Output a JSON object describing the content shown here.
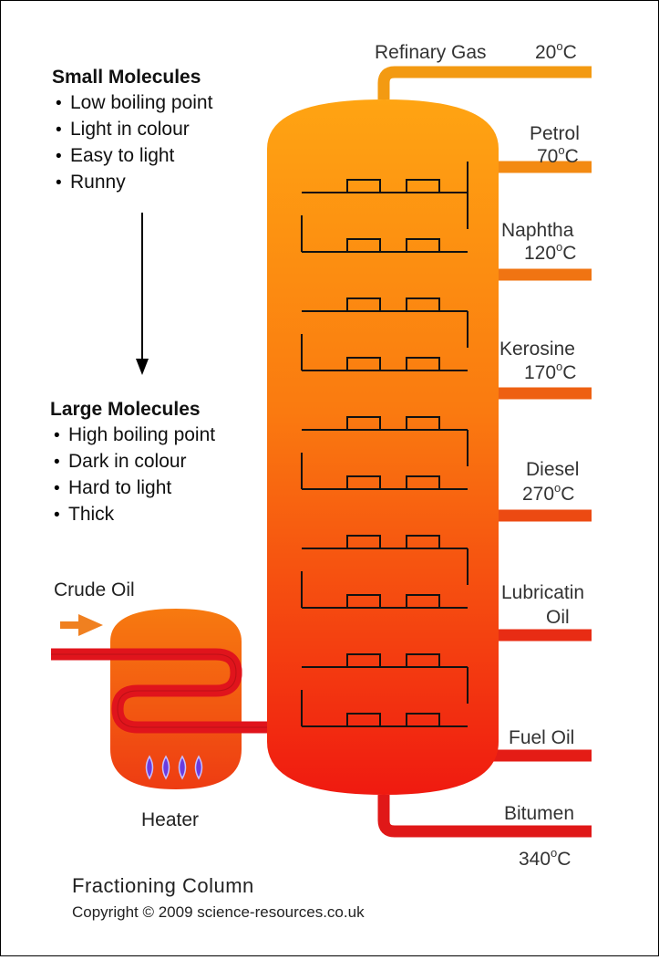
{
  "left_panel": {
    "small": {
      "heading": "Small Molecules",
      "bullets": [
        "Low boiling point",
        "Light in colour",
        "Easy to light",
        "Runny"
      ]
    },
    "large": {
      "heading": "Large Molecules",
      "bullets": [
        "High boiling point",
        "Dark in colour",
        "Hard to light",
        "Thick"
      ]
    }
  },
  "heater": {
    "input_label": "Crude Oil",
    "label": "Heater"
  },
  "fractions": {
    "refinery_gas": {
      "name": "Refinary Gas",
      "temp": "20",
      "unit": "C"
    },
    "petrol": {
      "name": "Petrol",
      "temp": "70",
      "unit": "C"
    },
    "naphtha": {
      "name": "Naphtha",
      "temp": "120",
      "unit": "C"
    },
    "kerosine": {
      "name": "Kerosine",
      "temp": "170",
      "unit": "C"
    },
    "diesel": {
      "name": "Diesel",
      "temp": "270",
      "unit": "C"
    },
    "lubricating": {
      "name_line1": "Lubricatin",
      "name_line2": "Oil"
    },
    "fuel_oil": {
      "name": "Fuel Oil"
    },
    "bitumen": {
      "name": "Bitumen",
      "temp": "340",
      "unit": "C"
    }
  },
  "degree_symbol": "o",
  "bullet_symbol": "•",
  "footer": {
    "title": "Fractioning Column",
    "copyright": "Copyright © 2009 science-resources.co.uk"
  },
  "colors": {
    "column_top": "#FFA010",
    "column_bottom": "#F01810",
    "pipe": "#E0141C",
    "pipe_top": "#F09010",
    "tray_line": "#111111",
    "arrow_orange": "#F08020",
    "flame": "#6A3CE0"
  }
}
